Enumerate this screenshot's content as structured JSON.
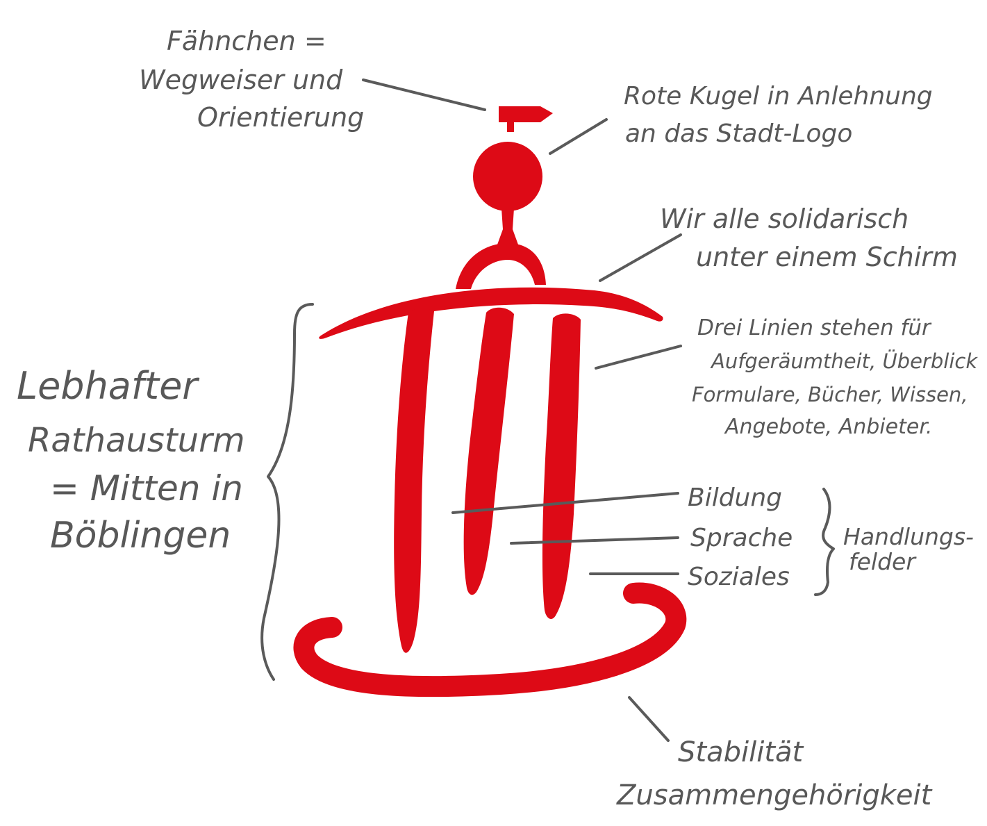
{
  "colors": {
    "accent": "#dd0a16",
    "ink": "#585858",
    "background": "#ffffff"
  },
  "labels": {
    "flag": [
      "Fähnchen =",
      "Wegweiser und",
      "Orientierung"
    ],
    "ball": [
      "Rote Kugel in Anlehnung",
      "an das  Stadt-Logo"
    ],
    "umbrella": [
      "Wir alle solidarisch",
      "unter einem Schirm"
    ],
    "lines": [
      "Drei Linien stehen für",
      "Aufgeräumtheit, Überblick",
      "Formulare, Bücher, Wissen,",
      "Angebote, Anbieter."
    ],
    "tower": [
      "Lebhafter",
      "Rathausturm",
      "= Mitten in",
      "Böblingen"
    ],
    "fields": [
      "Bildung",
      "Sprache",
      "Soziales"
    ],
    "fields_group": [
      "Handlungs-",
      "felder"
    ],
    "base": [
      "Stabilität",
      "Zusammengehörigkeit"
    ]
  }
}
